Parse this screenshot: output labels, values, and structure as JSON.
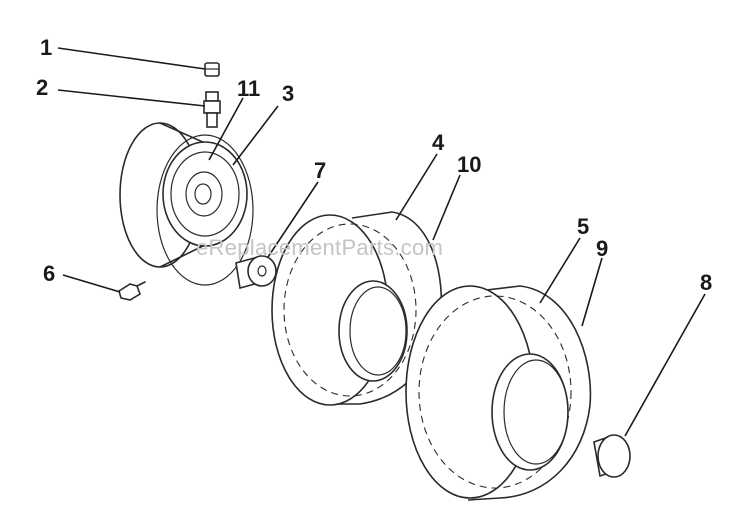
{
  "watermark": "eReplacementParts.com",
  "callouts": [
    {
      "id": "c1",
      "label": "1"
    },
    {
      "id": "c2",
      "label": "2"
    },
    {
      "id": "c3",
      "label": "3"
    },
    {
      "id": "c4",
      "label": "4"
    },
    {
      "id": "c5",
      "label": "5"
    },
    {
      "id": "c6",
      "label": "6"
    },
    {
      "id": "c7",
      "label": "7"
    },
    {
      "id": "c8",
      "label": "8"
    },
    {
      "id": "c9",
      "label": "9"
    },
    {
      "id": "c10",
      "label": "10"
    },
    {
      "id": "c11",
      "label": "11"
    }
  ]
}
